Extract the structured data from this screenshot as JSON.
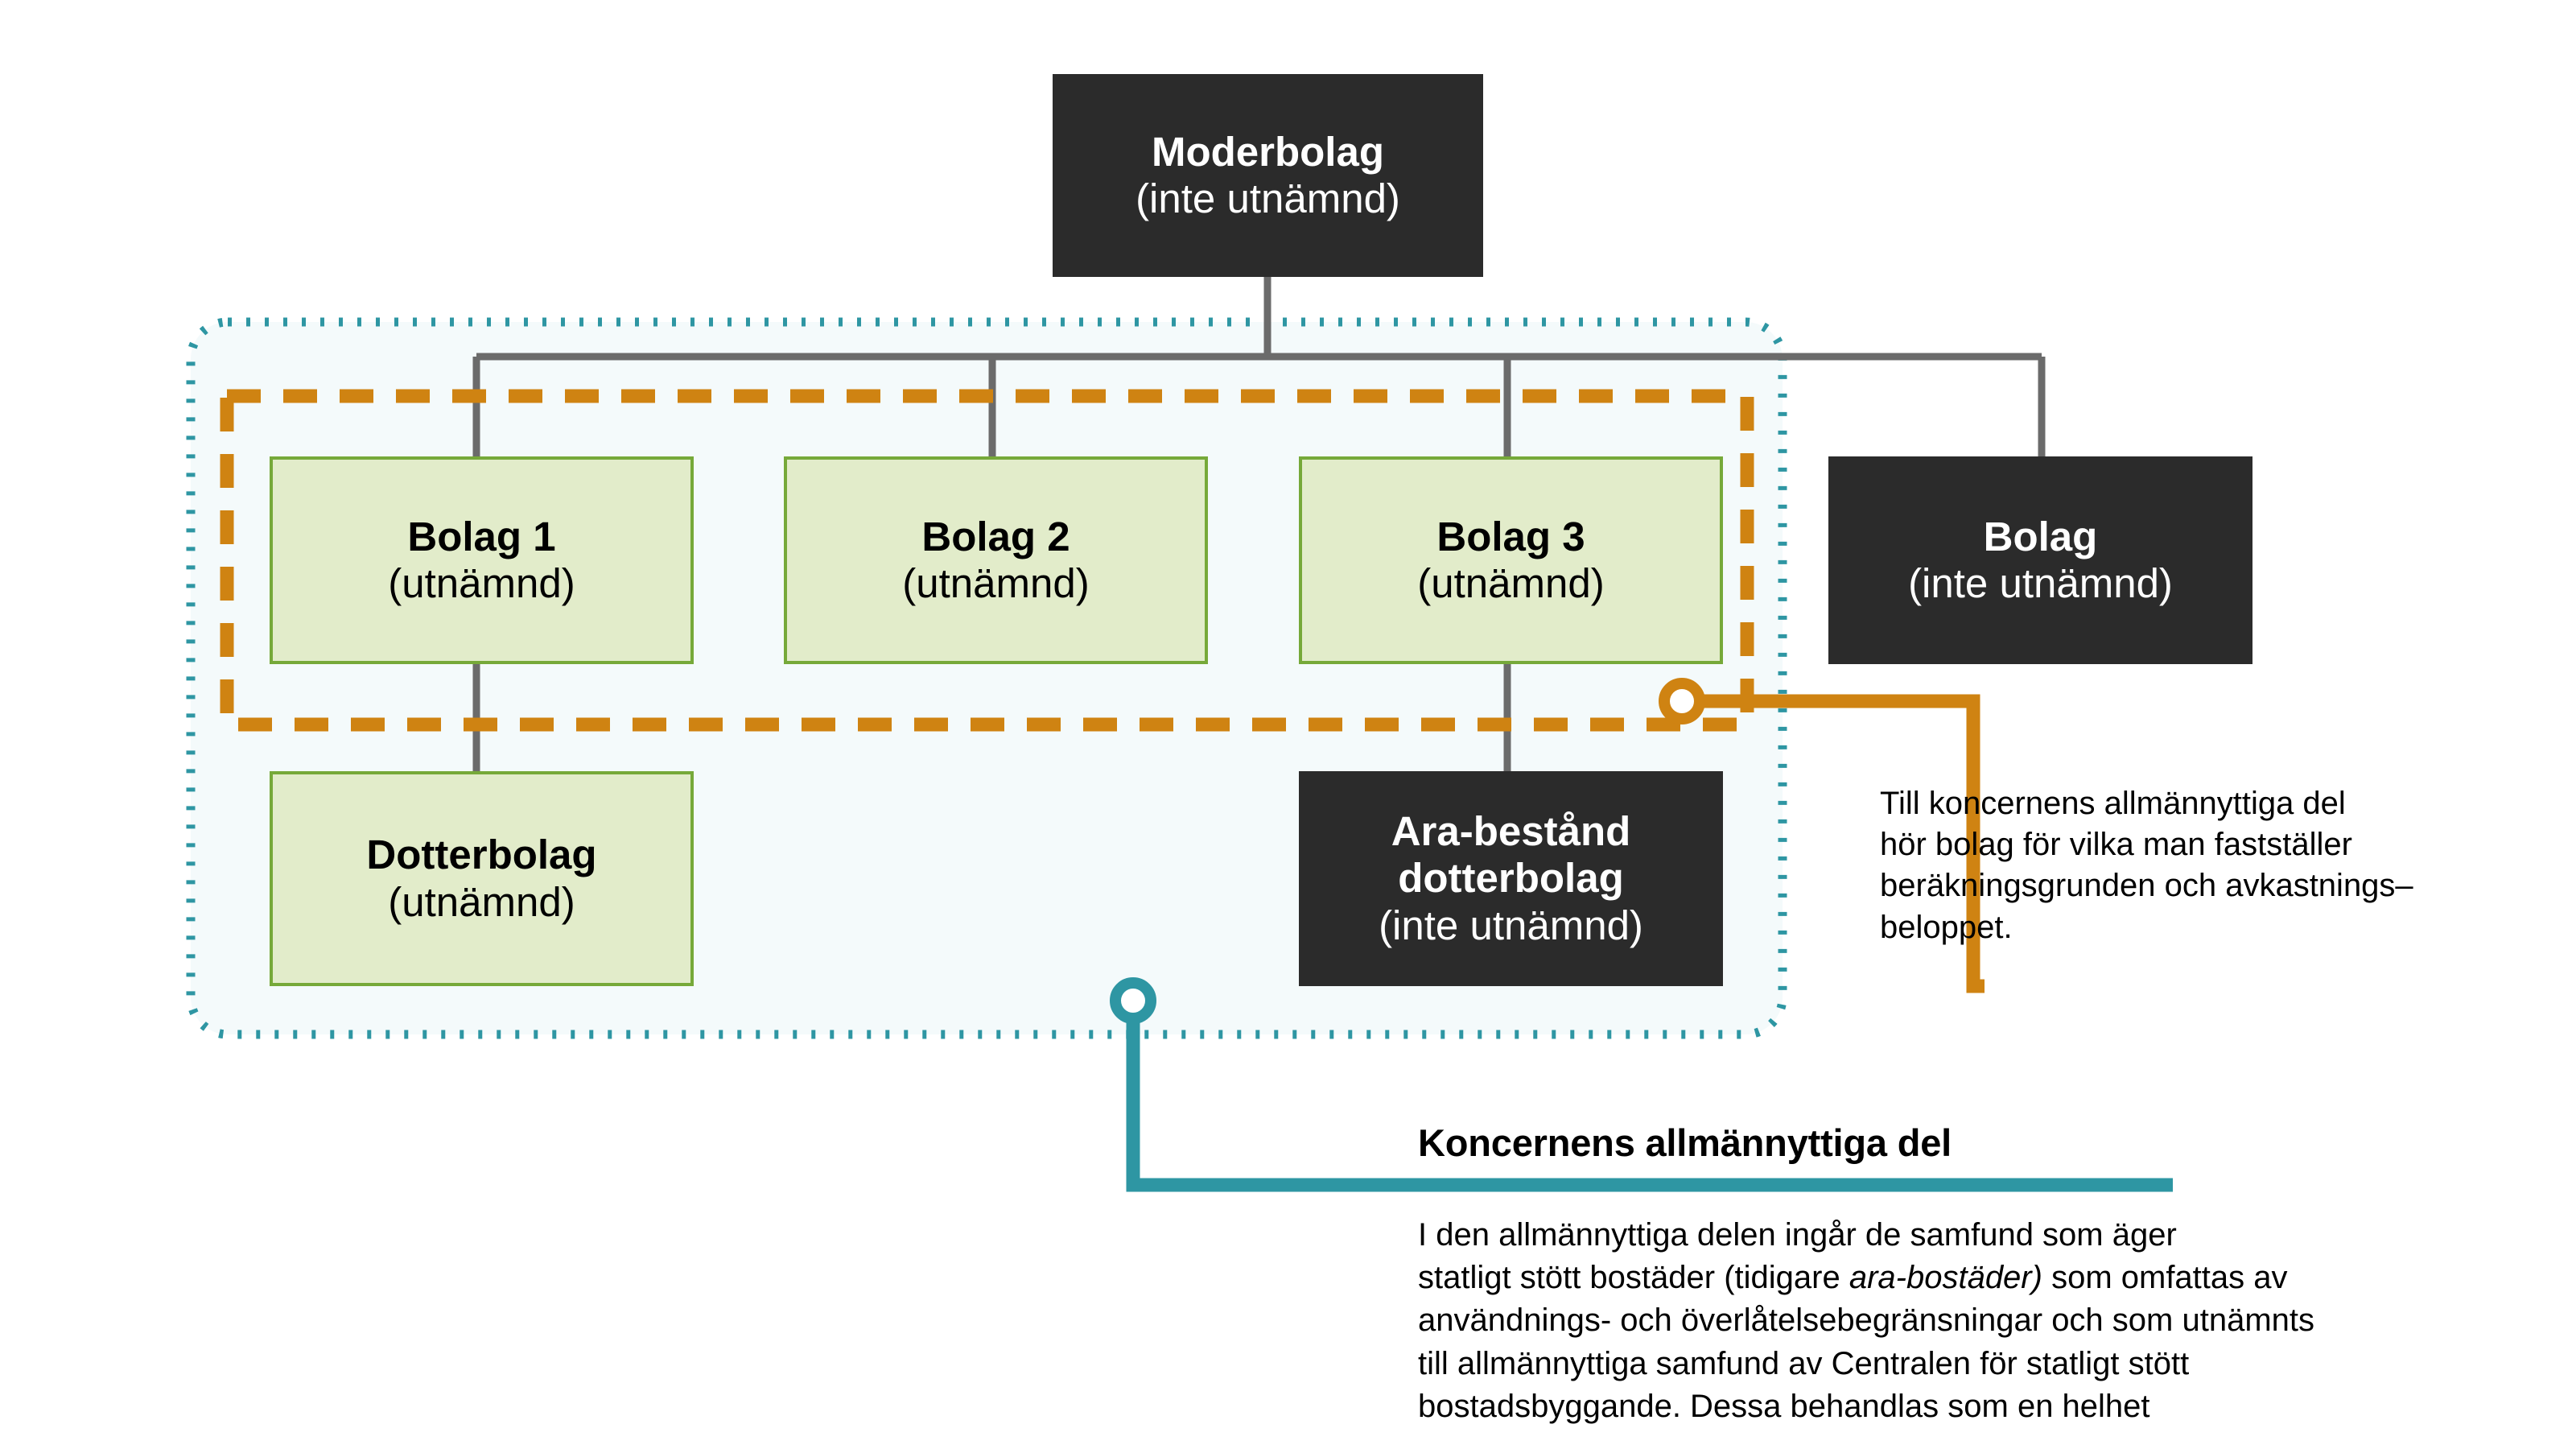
{
  "diagram": {
    "title_hidden": "",
    "colors": {
      "dark_box": "#2b2b2b",
      "green_box_fill": "#e2ecca",
      "green_box_border": "#76a939",
      "teal": "#2e96a3",
      "teal_panel_fill": "#f4fafb",
      "orange": "#cf8312",
      "connector_grey": "#6b6b6b"
    },
    "nodes": [
      {
        "id": "moderbolag",
        "title": "Moderbolag",
        "subtitle": "(inte utnämnd)",
        "style": "dark"
      },
      {
        "id": "bolag1",
        "title": "Bolag 1",
        "subtitle": "(utnämnd)",
        "style": "green"
      },
      {
        "id": "bolag2",
        "title": "Bolag 2",
        "subtitle": "(utnämnd)",
        "style": "green"
      },
      {
        "id": "bolag3",
        "title": "Bolag 3",
        "subtitle": "(utnämnd)",
        "style": "green"
      },
      {
        "id": "bolag-ej",
        "title": "Bolag",
        "subtitle": "(inte utnämnd)",
        "style": "dark"
      },
      {
        "id": "dotterbolag",
        "title": "Dotterbolag",
        "subtitle": "(utnämnd)",
        "style": "green"
      },
      {
        "id": "ara",
        "title_line1": "Ara-bestånd",
        "title_line2": "dotterbolag",
        "subtitle": "(inte utnämnd)",
        "style": "dark"
      }
    ],
    "callout_orange": {
      "line1": "Till koncernens allmännyttiga del",
      "line2": "hör bolag för vilka man fastställer",
      "line3": "beräkningsgrunden och avkastnings–",
      "line4": "beloppet."
    },
    "callout_teal": {
      "title": "Koncernens allmännyttiga del",
      "body_line1": "I den allmännyttiga delen ingår de samfund som äger",
      "body_line2_a": "statligt stött bostäder (tidigare ",
      "body_line2_italic": "ara-bostäder)",
      "body_line2_b": " som omfattas av",
      "body_line3": "användnings- och överlåtelsebegränsningar och som utnämnts",
      "body_line4": "till allmännyttiga samfund av Centralen för statligt stött",
      "body_line5": "bostadsbyggande. Dessa behandlas som en helhet"
    }
  }
}
